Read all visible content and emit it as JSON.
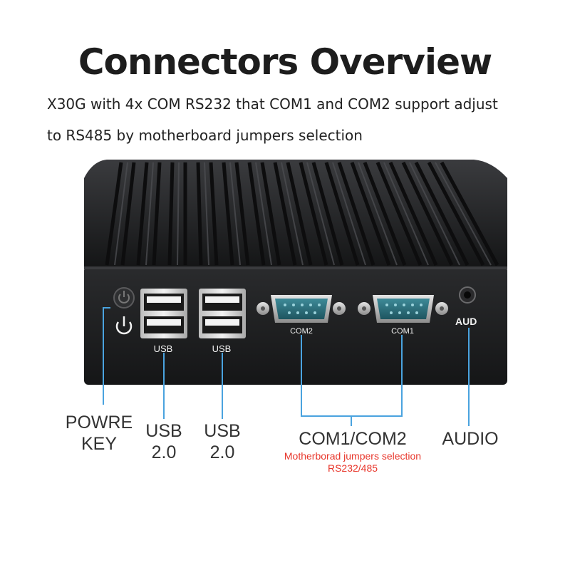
{
  "heading": {
    "title": "Connectors Overview",
    "line1": "X30G with 4x COM RS232 that COM1 and COM2 support adjust",
    "line2": "to RS485 by motherboard jumpers selection"
  },
  "device_labels": {
    "usb_left": "USB",
    "usb_right": "USB",
    "com2": "COM2",
    "com1": "COM1",
    "aud": "AUD"
  },
  "callouts": {
    "power_line1": "POWRE",
    "power_line2": "KEY",
    "usb1_line1": "USB",
    "usb1_line2": "2.0",
    "usb2_line1": "USB",
    "usb2_line2": "2.0",
    "com": "COM1/COM2",
    "com_note1": "Motherborad jumpers selection",
    "com_note2": "RS232/485",
    "audio": "AUDIO"
  },
  "colors": {
    "leader_line": "#4aa3df",
    "note_red": "#e8362b",
    "chassis": "#1e1f21"
  }
}
